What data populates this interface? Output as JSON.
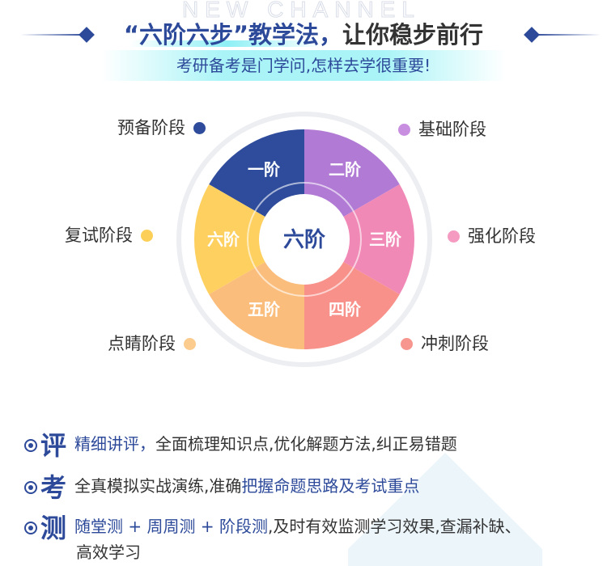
{
  "header": {
    "watermark": "NEW CHANNEL",
    "title_blue": "“六阶六步”教学法，",
    "title_dark": "让你稳步前行",
    "subtitle": "考研备考是门学问,怎样去学很重要!"
  },
  "wheel": {
    "center": "六阶",
    "segments": [
      {
        "label": "一阶",
        "color": "#2f4c9c"
      },
      {
        "label": "二阶",
        "color": "#b17ad4"
      },
      {
        "label": "三阶",
        "color": "#f189b6"
      },
      {
        "label": "四阶",
        "color": "#f7918a"
      },
      {
        "label": "五阶",
        "color": "#fbbd7c"
      },
      {
        "label": "六阶",
        "color": "#fdd060"
      }
    ]
  },
  "stages": [
    {
      "label": "预备阶段",
      "color": "#2f4c9c"
    },
    {
      "label": "基础阶段",
      "color": "#c88fe0"
    },
    {
      "label": "强化阶段",
      "color": "#f59bc2"
    },
    {
      "label": "冲刺阶段",
      "color": "#f7968f"
    },
    {
      "label": "点睛阶段",
      "color": "#fccb8e"
    },
    {
      "label": "复试阶段",
      "color": "#fcd058"
    }
  ],
  "items": [
    {
      "char": "评",
      "blue": "精细讲评，",
      "text": "全面梳理知识点,优化解题方法,纠正易错题"
    },
    {
      "char": "考",
      "text": "全真模拟实战演练,准确",
      "blue": "把握命题思路及考试重点"
    },
    {
      "char": "测",
      "blue": "随堂测 + 周周测 + 阶段测",
      "text": ",及时有效监测学习效果,查漏补缺、",
      "text2": "高效学习"
    }
  ],
  "colors": {
    "brand": "#2d4a9a"
  }
}
